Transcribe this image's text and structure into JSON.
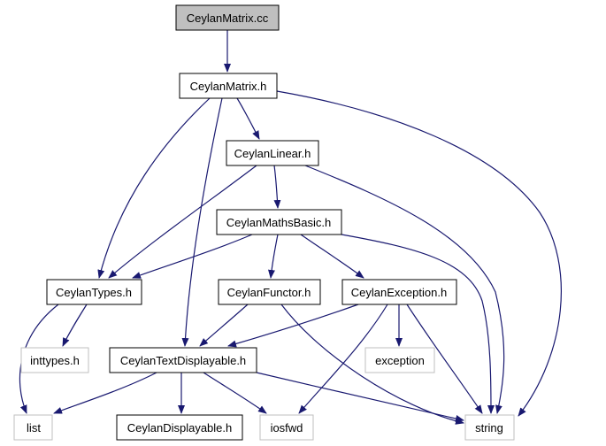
{
  "colors": {
    "edge": "#191970",
    "focus_fill": "#bfbfbf",
    "node_border": "#000000",
    "external_border": "#bfbfbf",
    "background": "#ffffff"
  },
  "nodes": [
    {
      "id": "ceylanmatrix-cc",
      "label": "CeylanMatrix.cc",
      "kind": "focus"
    },
    {
      "id": "ceylanmatrix-h",
      "label": "CeylanMatrix.h",
      "kind": "internal"
    },
    {
      "id": "ceylanlinear-h",
      "label": "CeylanLinear.h",
      "kind": "internal"
    },
    {
      "id": "ceylanmathsbasic-h",
      "label": "CeylanMathsBasic.h",
      "kind": "internal"
    },
    {
      "id": "ceylantypes-h",
      "label": "CeylanTypes.h",
      "kind": "internal"
    },
    {
      "id": "ceylanfunctor-h",
      "label": "CeylanFunctor.h",
      "kind": "internal"
    },
    {
      "id": "ceylanexception-h",
      "label": "CeylanException.h",
      "kind": "internal"
    },
    {
      "id": "inttypes-h",
      "label": "inttypes.h",
      "kind": "external"
    },
    {
      "id": "ceylantextdisplayable-h",
      "label": "CeylanTextDisplayable.h",
      "kind": "internal"
    },
    {
      "id": "exception",
      "label": "exception",
      "kind": "external"
    },
    {
      "id": "list",
      "label": "list",
      "kind": "external"
    },
    {
      "id": "ceylandisplayable-h",
      "label": "CeylanDisplayable.h",
      "kind": "internal"
    },
    {
      "id": "iosfwd",
      "label": "iosfwd",
      "kind": "external"
    },
    {
      "id": "string",
      "label": "string",
      "kind": "external"
    }
  ],
  "edges": [
    {
      "from": "ceylanmatrix-cc",
      "to": "ceylanmatrix-h"
    },
    {
      "from": "ceylanmatrix-h",
      "to": "ceylanlinear-h"
    },
    {
      "from": "ceylanmatrix-h",
      "to": "ceylantypes-h"
    },
    {
      "from": "ceylanmatrix-h",
      "to": "ceylantextdisplayable-h"
    },
    {
      "from": "ceylanmatrix-h",
      "to": "string"
    },
    {
      "from": "ceylanlinear-h",
      "to": "ceylanmathsbasic-h"
    },
    {
      "from": "ceylanlinear-h",
      "to": "ceylantypes-h"
    },
    {
      "from": "ceylanlinear-h",
      "to": "string"
    },
    {
      "from": "ceylanmathsbasic-h",
      "to": "ceylantypes-h"
    },
    {
      "from": "ceylanmathsbasic-h",
      "to": "ceylanfunctor-h"
    },
    {
      "from": "ceylanmathsbasic-h",
      "to": "ceylanexception-h"
    },
    {
      "from": "ceylanmathsbasic-h",
      "to": "string"
    },
    {
      "from": "ceylantypes-h",
      "to": "inttypes-h"
    },
    {
      "from": "ceylantypes-h",
      "to": "list"
    },
    {
      "from": "ceylanfunctor-h",
      "to": "ceylantextdisplayable-h"
    },
    {
      "from": "ceylanfunctor-h",
      "to": "string"
    },
    {
      "from": "ceylanexception-h",
      "to": "ceylantextdisplayable-h"
    },
    {
      "from": "ceylanexception-h",
      "to": "exception"
    },
    {
      "from": "ceylanexception-h",
      "to": "iosfwd"
    },
    {
      "from": "ceylanexception-h",
      "to": "string"
    },
    {
      "from": "ceylantextdisplayable-h",
      "to": "list"
    },
    {
      "from": "ceylantextdisplayable-h",
      "to": "ceylandisplayable-h"
    },
    {
      "from": "ceylantextdisplayable-h",
      "to": "iosfwd"
    },
    {
      "from": "ceylantextdisplayable-h",
      "to": "string"
    }
  ]
}
